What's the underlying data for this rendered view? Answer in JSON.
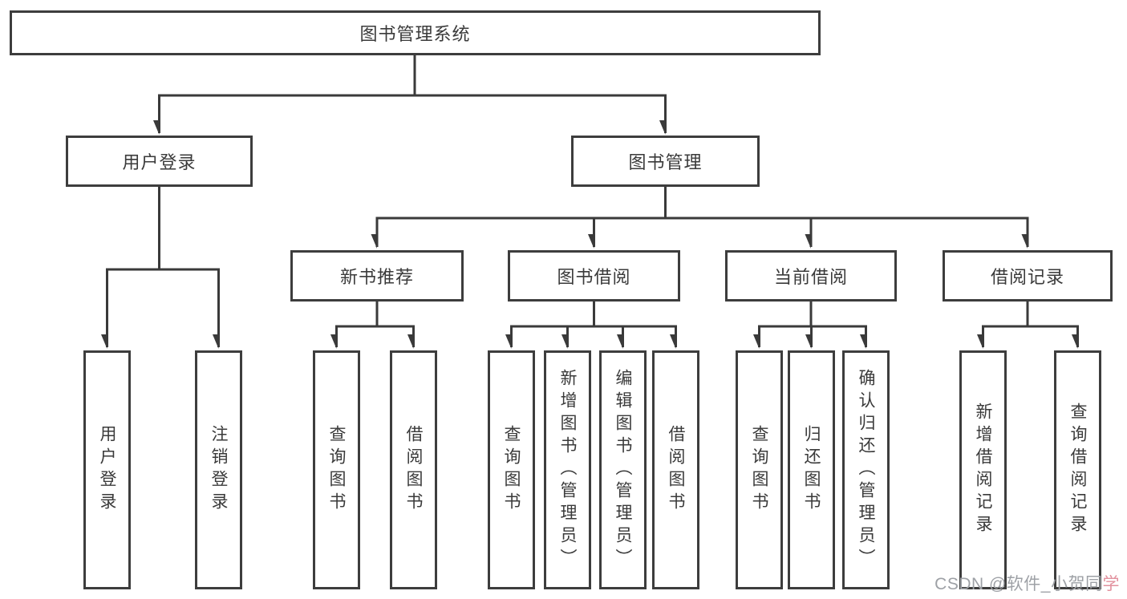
{
  "diagram_title": "图书管理系统",
  "tree": {
    "root": {
      "label": "图书管理系统",
      "children": [
        {
          "id": "user-login",
          "label": "用户登录",
          "children": [
            {
              "id": "leaf-user-login",
              "label": "用户登录"
            },
            {
              "id": "leaf-logout",
              "label": "注销登录"
            }
          ]
        },
        {
          "id": "book-management",
          "label": "图书管理",
          "children": [
            {
              "id": "new-book-recommend",
              "label": "新书推荐",
              "children": [
                {
                  "id": "leaf-query-books-1",
                  "label": "查询图书"
                },
                {
                  "id": "leaf-borrow-books-1",
                  "label": "借阅图书"
                }
              ]
            },
            {
              "id": "book-borrowing",
              "label": "图书借阅",
              "children": [
                {
                  "id": "leaf-query-books-2",
                  "label": "查询图书"
                },
                {
                  "id": "leaf-add-books-admin",
                  "label": "新增图书（管理员）"
                },
                {
                  "id": "leaf-edit-books-admin",
                  "label": "编辑图书（管理员）"
                },
                {
                  "id": "leaf-borrow-books-2",
                  "label": "借阅图书"
                }
              ]
            },
            {
              "id": "current-borrowing",
              "label": "当前借阅",
              "children": [
                {
                  "id": "leaf-query-books-3",
                  "label": "查询图书"
                },
                {
                  "id": "leaf-return-books",
                  "label": "归还图书"
                },
                {
                  "id": "leaf-confirm-return-admin",
                  "label": "确认归还（管理员）"
                }
              ]
            },
            {
              "id": "borrowing-records",
              "label": "借阅记录",
              "children": [
                {
                  "id": "leaf-add-borrow-record",
                  "label": "新增借阅记录"
                },
                {
                  "id": "leaf-query-borrow-record",
                  "label": "查询借阅记录"
                }
              ]
            }
          ]
        }
      ]
    }
  },
  "watermark": {
    "prefix": "CSDN @软件_小贺同",
    "accent": "学",
    "full_text": "CSDN @软件_小贺同学"
  },
  "colors": {
    "line": "#3a3a3a",
    "border": "#3d3d3d",
    "text": "#3a3a3a",
    "background": "#ffffff",
    "watermark_gray": "#9ea1a6",
    "watermark_accent": "#e2919e"
  }
}
